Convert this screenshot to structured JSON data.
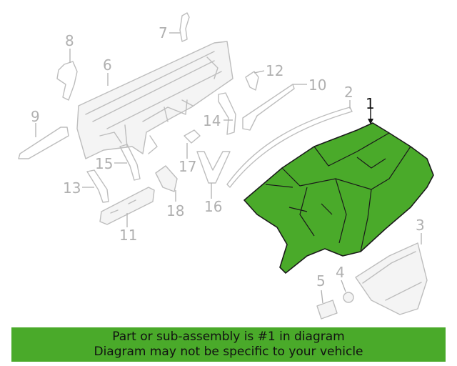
{
  "diagram": {
    "callouts": [
      "1",
      "2",
      "3",
      "4",
      "5",
      "6",
      "7",
      "8",
      "9",
      "10",
      "11",
      "12",
      "13",
      "14",
      "15",
      "16",
      "17",
      "18"
    ],
    "highlight_color": "#4aaa2a",
    "highlighted_part": "1"
  },
  "banner": {
    "line1": "Part or sub-assembly is #1 in diagram",
    "line2": "Diagram may not be specific to your vehicle",
    "background": "#4aaa2a"
  }
}
